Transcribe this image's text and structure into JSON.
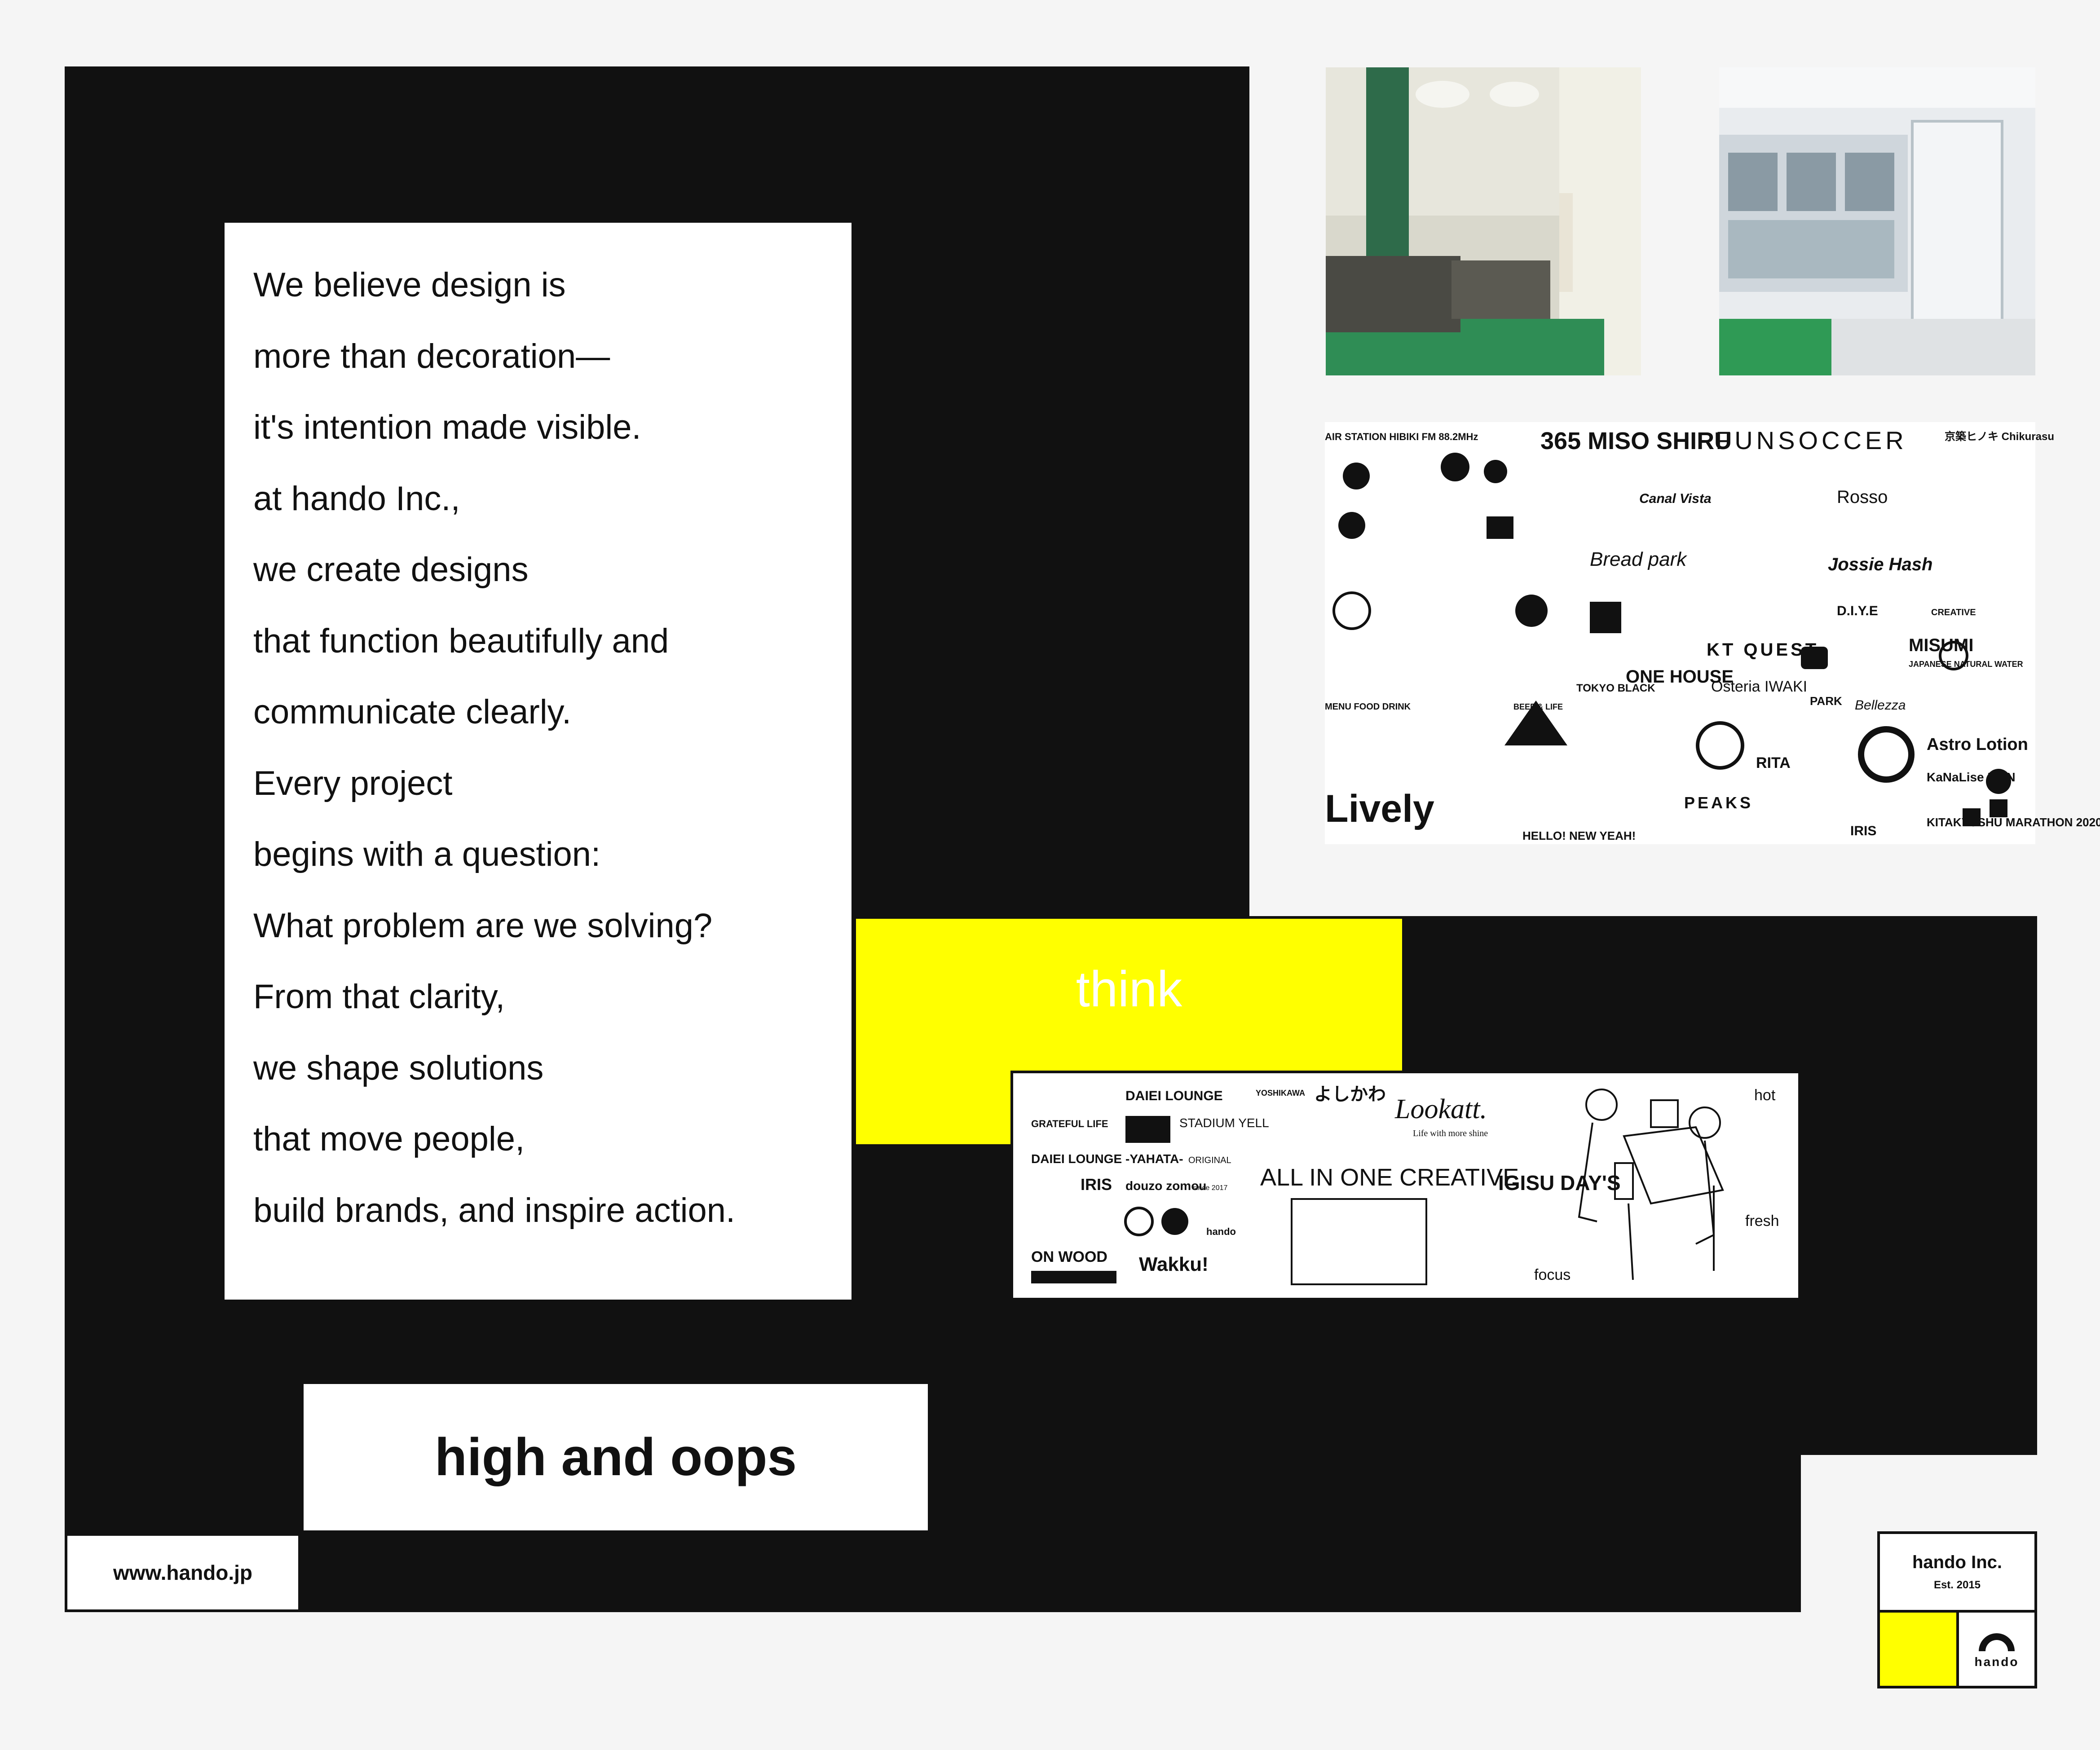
{
  "manifesto": {
    "lines": [
      "We believe design is",
      "more than decoration—",
      "it's intention made visible.",
      "at hando Inc.,",
      "we create designs",
      "that function beautifully and",
      "communicate clearly.",
      "Every project",
      "begins with a question:",
      "What problem are we solving?",
      "From that clarity,",
      "we shape solutions",
      "that move people,",
      "build brands, and inspire action."
    ]
  },
  "think_label": "think",
  "tagline": "high and oops",
  "url": "www.hando.jp",
  "badge": {
    "name": "hando Inc.",
    "est": "Est. 2015",
    "mark_label": "hando"
  },
  "brandboard": {
    "words": [
      "hot",
      "fresh",
      "focus"
    ],
    "logos": [
      "DAIEI LOUNGE",
      "GRATEFUL LIFE",
      "DAIEI LOUNGE -YAHATA-",
      "IRIS",
      "STADIUM YELL",
      "douzo zomou",
      "ORIGINAL",
      "since 2017",
      "ON WOOD",
      "Wakku!",
      "YOSHIKAWA",
      "よしかわ",
      "Lookatt.",
      "Life with more shine",
      "ALL IN ONE CREATIVE",
      "IGISU DAY'S",
      "hando"
    ]
  },
  "logowall": {
    "items": [
      "AIR STATION HIBIKI FM 88.2MHz",
      "365 MISO SHIRU",
      "FUNSOCCER",
      "京築ヒノキ Chikurasu",
      "Rosso",
      "Canal Vista",
      "Bread park",
      "Jossie Hash",
      "D.I.Y.E",
      "CREATIVE",
      "KT QUEST",
      "MISUMI",
      "JAPANESE NATURAL WATER",
      "ONE HOUSE",
      "TOKYO BLACK",
      "Osteria IWAKI",
      "PARK",
      "Bellezza",
      "Astro Lotion",
      "KaNaLise MEN",
      "KITAKYUSHU MARATHON 2020",
      "Lively",
      "HELLO! NEW YEAH!",
      "PEAKS",
      "RITA",
      "IRIS",
      "MENU FOOD DRINK",
      "BEEF & LIFE"
    ]
  },
  "colors": {
    "accent": "#ffff00",
    "line": "#111111",
    "background": "#f5f5f5"
  }
}
